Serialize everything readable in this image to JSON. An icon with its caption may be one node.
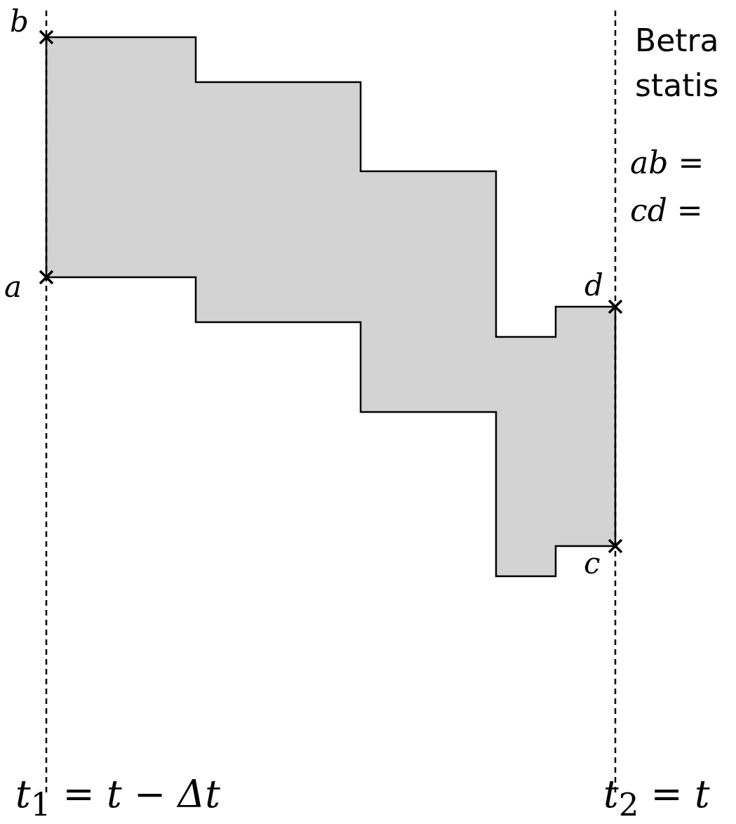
{
  "diagram": {
    "labels": [
      "b",
      "a",
      "d",
      "c",
      "Betra",
      "statis",
      "*ab* =",
      "*cd* =",
      "*t*$_{1}$ = *t* − *Δt*",
      "*t*$_{2}$ = *t*"
    ]
  }
}
